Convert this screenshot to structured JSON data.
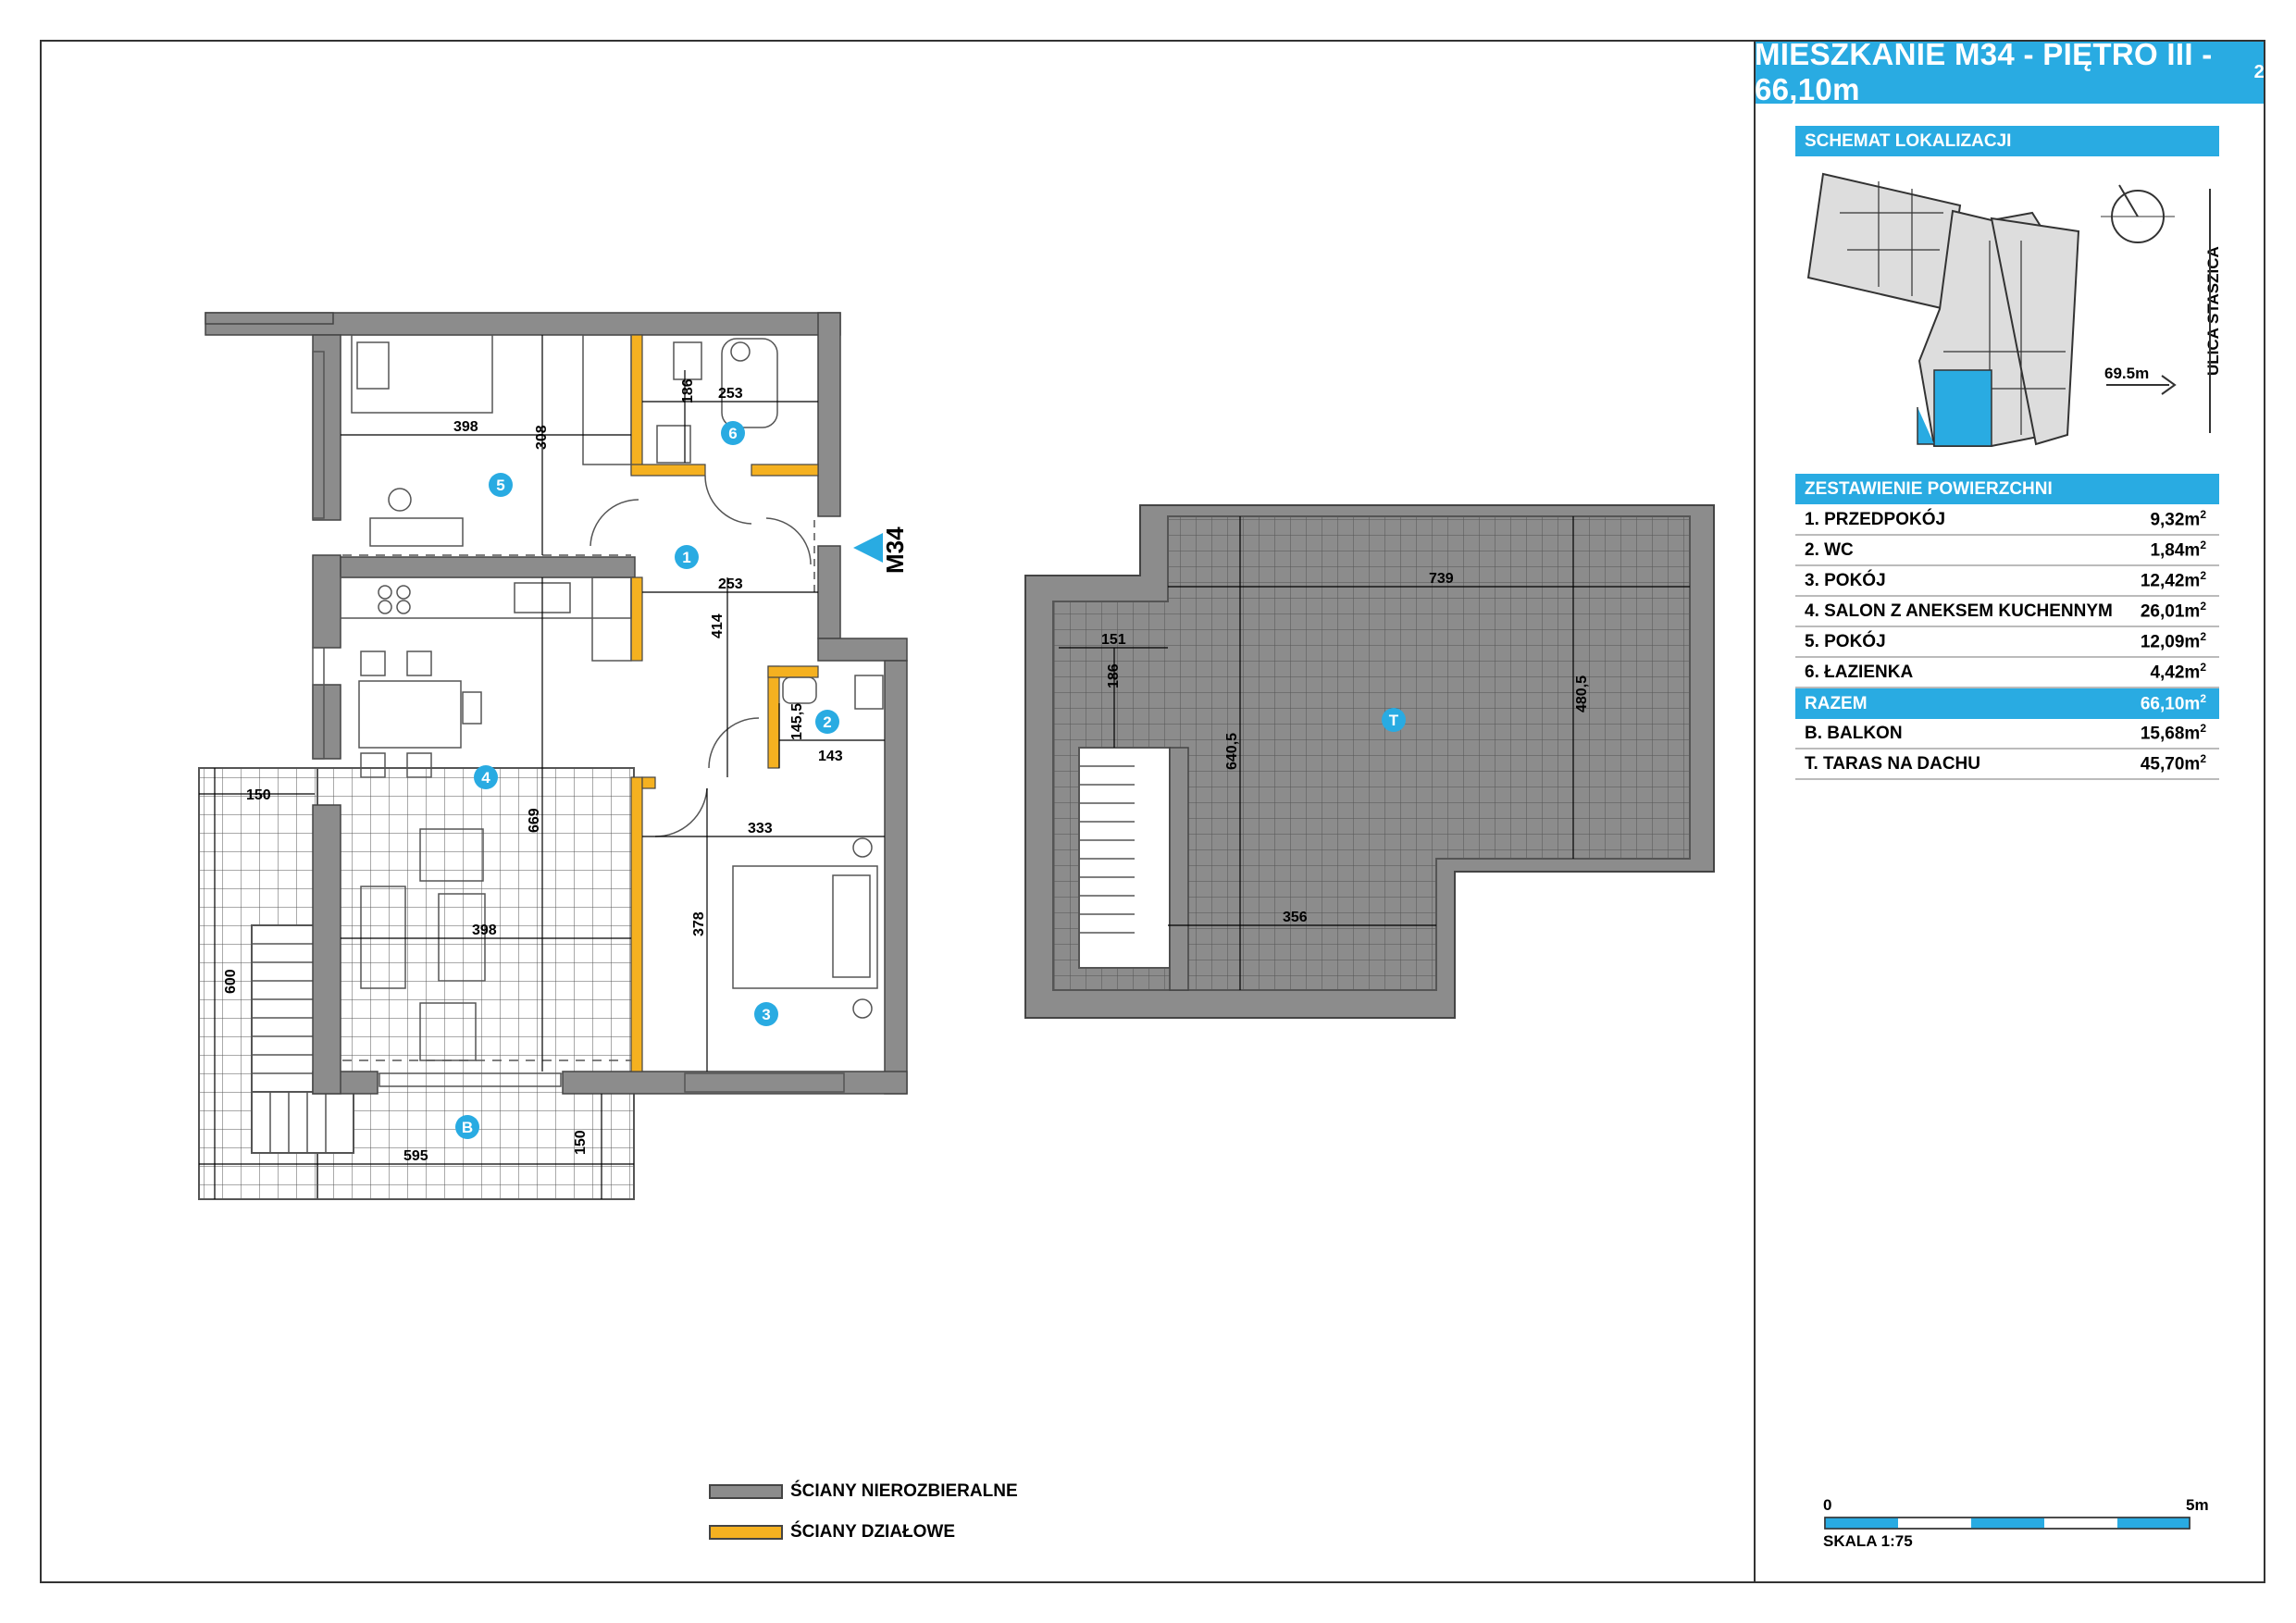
{
  "title": {
    "main": "MIESZKANIE M34 - PIĘTRO III - 66,10m",
    "sup": "2"
  },
  "location": {
    "header": "SCHEMAT LOKALIZACJI",
    "street": "ULICA STASZICA",
    "distance": "69.5m"
  },
  "areas": {
    "header": "ZESTAWIENIE POWIERZCHNI",
    "unit_sup": "2",
    "rows": [
      {
        "label": "1. PRZEDPOKÓJ",
        "value": "9,32m"
      },
      {
        "label": "2. WC",
        "value": "1,84m"
      },
      {
        "label": "3. POKÓJ",
        "value": "12,42m"
      },
      {
        "label": "4. SALON Z ANEKSEM KUCHENNYM",
        "value": "26,01m"
      },
      {
        "label": "5. POKÓJ",
        "value": "12,09m"
      },
      {
        "label": "6. ŁAZIENKA",
        "value": "4,42m"
      }
    ],
    "total": {
      "label": "RAZEM",
      "value": "66,10m"
    },
    "extra": [
      {
        "label": "B. BALKON",
        "value": "15,68m"
      },
      {
        "label": "T. TARAS NA DACHU",
        "value": "45,70m"
      }
    ]
  },
  "legend": {
    "structural": "ŚCIANY NIEROZBIERALNE",
    "partition": "ŚCIANY DZIAŁOWE"
  },
  "scale": {
    "start": "0",
    "end": "5m",
    "label": "SKALA 1:75"
  },
  "plan": {
    "apartment_tag": "M34",
    "rooms": [
      "1",
      "2",
      "3",
      "4",
      "5",
      "6",
      "B",
      "T"
    ],
    "dimensions": {
      "d398a": "398",
      "d308": "308",
      "d186a": "186",
      "d253a": "253",
      "d253b": "253",
      "d414": "414",
      "d145": "145,5",
      "d143": "143",
      "d333": "333",
      "d378": "378",
      "d669": "669",
      "d398b": "398",
      "d150a": "150",
      "d600": "600",
      "d595": "595",
      "d150b": "150",
      "d739": "739",
      "d151": "151",
      "d186b": "186",
      "d640": "640,5",
      "d480": "480,5",
      "d356": "356"
    }
  },
  "colors": {
    "accent": "#29abe2",
    "structural_wall": "#8c8c8c",
    "partition_wall": "#f5b120"
  }
}
